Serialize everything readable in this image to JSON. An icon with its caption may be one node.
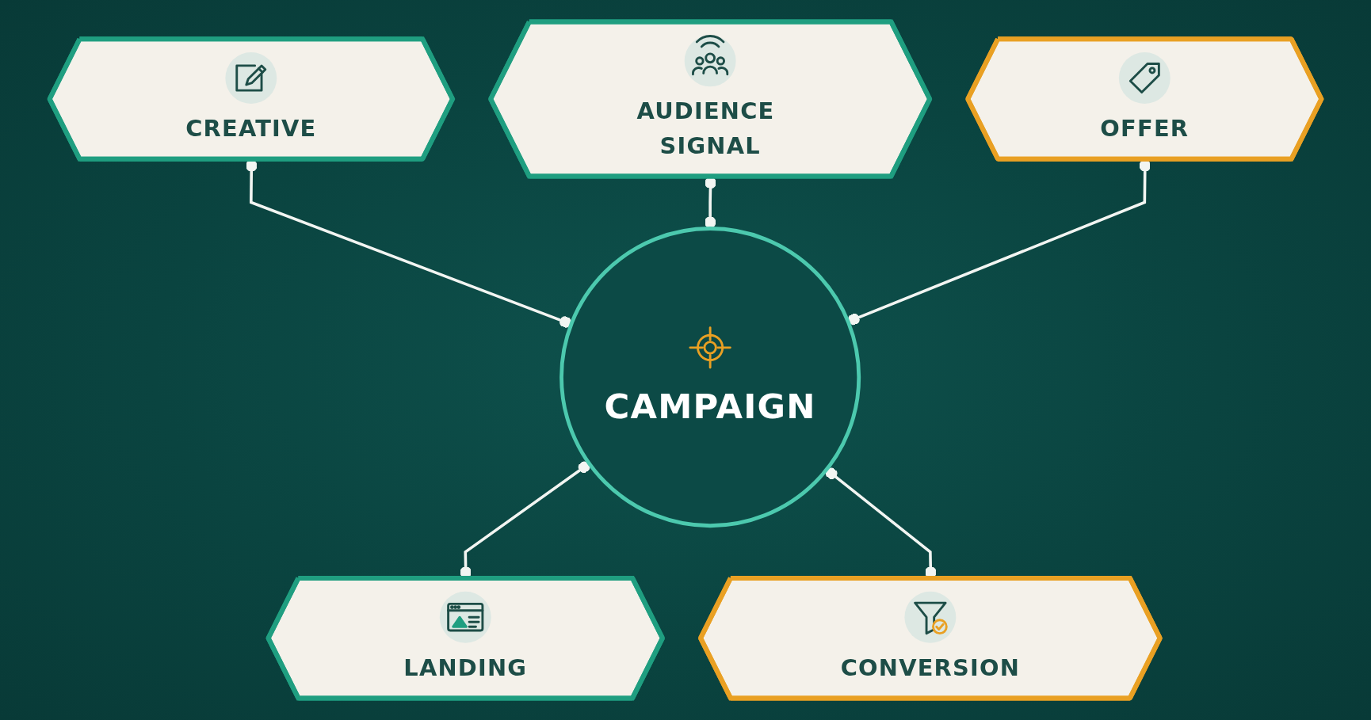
{
  "diagram": {
    "nodes": [
      {
        "text": [
          "AUDIENCE SIGNAL"
        ]
      },
      {
        "text": [
          "CREATIVE"
        ]
      },
      {
        "text": [
          "CAMPAIGN"
        ]
      },
      {
        "text": [
          "OFFER"
        ]
      },
      {
        "text": [
          "LANDING"
        ]
      },
      {
        "text": [
          "CONVERSION"
        ]
      }
    ],
    "edges": [
      {
        "from": 1,
        "to": 2,
        "arrow": "other"
      },
      {
        "from": 0,
        "to": 2,
        "arrow": "other"
      },
      {
        "from": 3,
        "to": 2,
        "arrow": "other"
      },
      {
        "from": 2,
        "to": 4,
        "arrow": "other"
      },
      {
        "from": 2,
        "to": 5,
        "arrow": "other"
      }
    ]
  }
}
